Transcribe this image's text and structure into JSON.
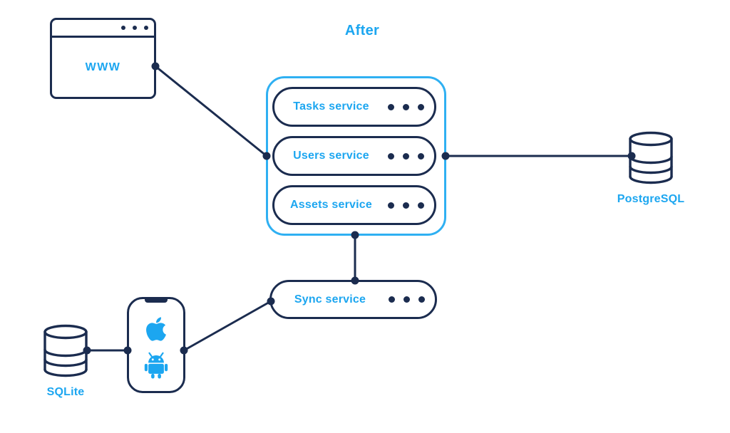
{
  "title": "After",
  "colors": {
    "navy": "#1b2c4f",
    "accent_blue": "#1ca6f0",
    "group_border_blue": "#2fb0f2",
    "background": "#ffffff"
  },
  "browser_window": {
    "label": "WWW"
  },
  "services_group": {
    "services": [
      {
        "label": "Tasks service"
      },
      {
        "label": "Users service"
      },
      {
        "label": "Assets service"
      }
    ]
  },
  "sync_service": {
    "label": "Sync service"
  },
  "databases": {
    "postgresql": {
      "label": "PostgreSQL"
    },
    "sqlite": {
      "label": "SQLite"
    }
  },
  "mobile_device": {
    "icons": [
      "apple-icon",
      "android-icon"
    ]
  }
}
